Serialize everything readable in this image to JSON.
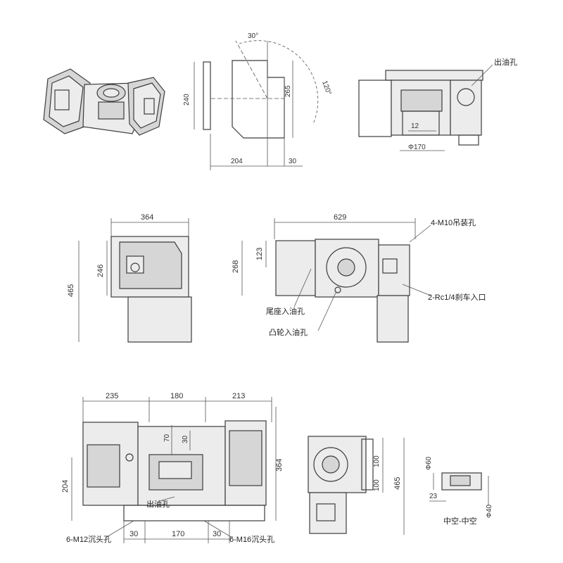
{
  "dims": {
    "top_angle": "30°",
    "side_angle": "120°",
    "h240": "240",
    "h265": "265",
    "w204": "204",
    "w30": "30",
    "d12": "12",
    "dia170": "Φ170",
    "w364": "364",
    "h465": "465",
    "h246": "246",
    "w629": "629",
    "h268": "268",
    "h123": "123",
    "w235": "235",
    "w180": "180",
    "w213": "213",
    "h70": "70",
    "h30_small": "30",
    "h204": "204",
    "h364": "364",
    "w30_a": "30",
    "w170": "170",
    "w30_b": "30",
    "h100a": "100",
    "h100b": "100",
    "h465_side": "465",
    "dia60": "Φ60",
    "dia40": "Φ40",
    "w23": "23"
  },
  "labels": {
    "oil_out_top": "出油孔",
    "lift_holes": "4-M10吊装孔",
    "brake_inlet": "2-Rc1/4刹车入口",
    "tailstock_oil": "尾座入油孔",
    "cam_oil": "凸轮入油孔",
    "oil_out_front": "出油孔",
    "counterbore_m12": "6-M12沉头孔",
    "counterbore_m16": "6-M16沉头孔",
    "hollow_center": "中空-中空"
  }
}
